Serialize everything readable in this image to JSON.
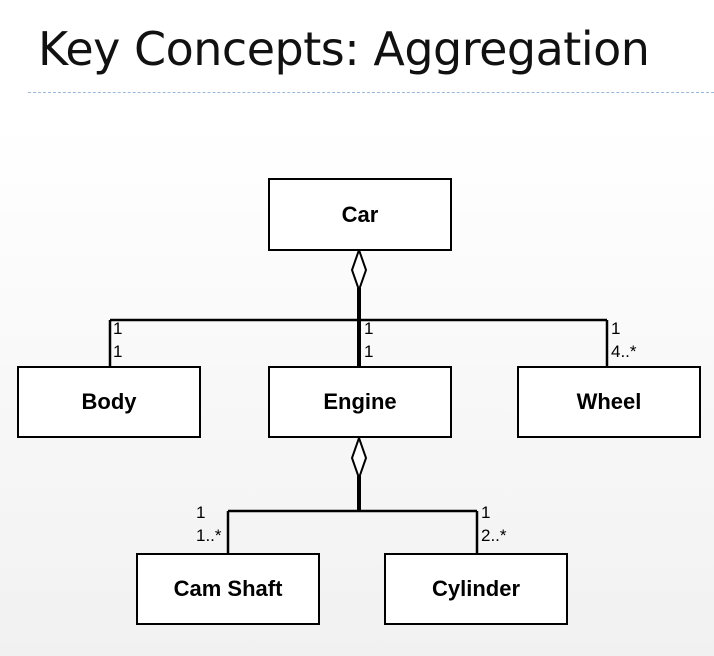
{
  "slide": {
    "title": "Key Concepts: Aggregation"
  },
  "classes": {
    "car": "Car",
    "body": "Body",
    "engine": "Engine",
    "wheel": "Wheel",
    "cam_shaft": "Cam Shaft",
    "cylinder": "Cylinder"
  },
  "multiplicities": {
    "car_body": {
      "whole": "1",
      "part": "1"
    },
    "car_engine": {
      "whole": "1",
      "part": "1"
    },
    "car_wheel": {
      "whole": "1",
      "part": "4..*"
    },
    "engine_camshaft": {
      "whole": "1",
      "part": "1..*"
    },
    "engine_cylinder": {
      "whole": "1",
      "part": "2..*"
    }
  }
}
